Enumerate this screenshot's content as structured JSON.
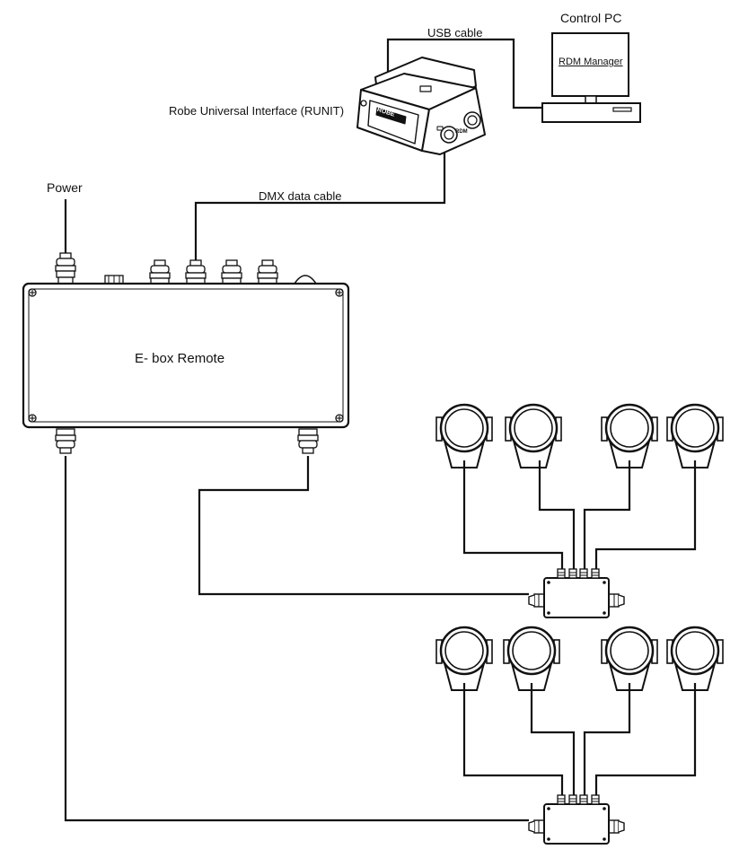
{
  "labels": {
    "control_pc": "Control PC",
    "rdm_manager": "RDM Manager",
    "usb_cable": "USB cable",
    "runit": "Robe Universal Interface (RUNIT)",
    "runit_brand": "ROBE",
    "runit_port": "RDM",
    "power": "Power",
    "dmx_cable": "DMX data cable",
    "ebox": "E- box Remote"
  },
  "icons": {
    "pc": "computer-monitor-icon",
    "interface": "runit-interface-icon",
    "fixture": "spotlight-fixture-icon",
    "splitter": "junction-box-icon",
    "gland": "cable-gland-icon"
  },
  "colors": {
    "line": "#111111",
    "fill": "#ffffff"
  }
}
